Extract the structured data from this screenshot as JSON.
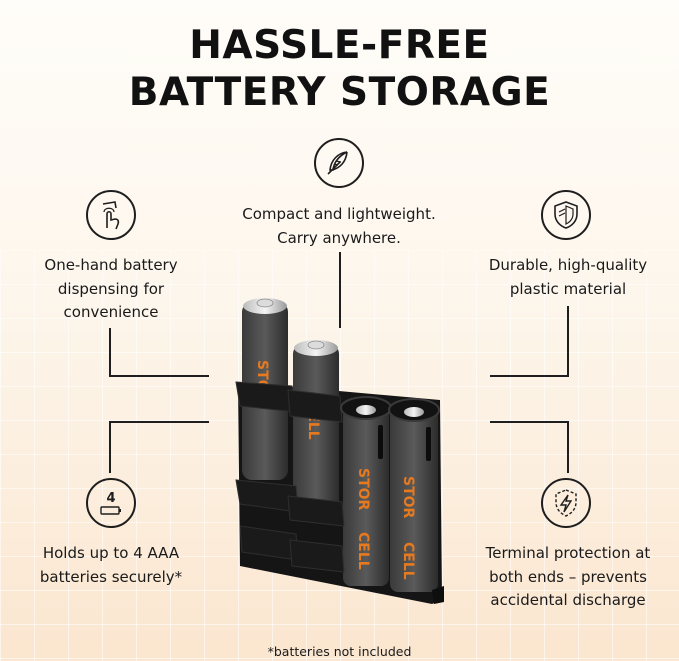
{
  "title": {
    "line1": "HASSLE-FREE",
    "line2": "BATTERY STORAGE"
  },
  "features": {
    "top": {
      "icon": "feather-icon",
      "lines": [
        "Compact and lightweight.",
        "Carry anywhere."
      ]
    },
    "left_top": {
      "icon": "hand-press-icon",
      "lines": [
        "One-hand battery",
        "dispensing for",
        "convenience"
      ]
    },
    "right_top": {
      "icon": "shield-icon",
      "lines": [
        "Durable, high-quality",
        "plastic material"
      ]
    },
    "left_bottom": {
      "icon": "battery-count-icon",
      "icon_text": "4",
      "lines": [
        "Holds up to 4 AAA",
        "batteries securely*"
      ]
    },
    "right_bottom": {
      "icon": "lightning-shield-icon",
      "lines": [
        "Terminal protection at",
        "both ends – prevents",
        "accidental discharge"
      ]
    }
  },
  "product": {
    "brand_text": "STOR",
    "brand_text2": "CELL",
    "accent_color": "#e77a1f",
    "body_color": "#2a2a2a"
  },
  "footnote": "*batteries not included"
}
